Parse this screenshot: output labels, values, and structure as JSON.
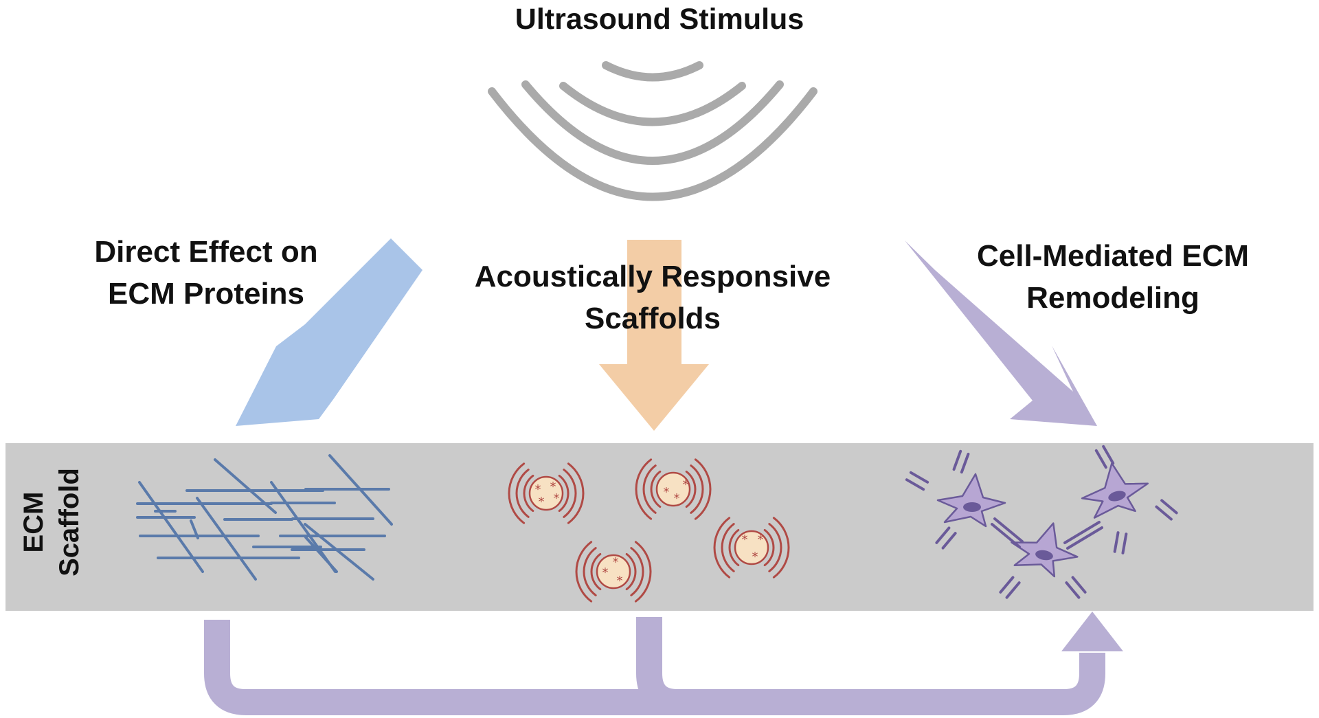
{
  "title": "Ultrasound Stimulus",
  "pathways": {
    "direct": {
      "line1": "Direct Effect on",
      "line2": "ECM Proteins",
      "color": "#a9c4e8"
    },
    "acoustic": {
      "line1": "Acoustically Responsive",
      "line2": "Scaffolds",
      "color": "#f3cda6"
    },
    "cell": {
      "line1": "Cell-Mediated ECM",
      "line2": "Remodeling",
      "color": "#b8afd4"
    }
  },
  "scaffold": {
    "line1": "ECM",
    "line2": "Scaffold",
    "color": "#cbcbcb"
  },
  "colors": {
    "wave": "#aaaaaa",
    "fiber": "#5a7aaa",
    "particle_fill": "#f7e1c3",
    "particle_stroke": "#b04a45",
    "cell_fill": "#b7a6d3",
    "cell_stroke": "#6a5a99",
    "feedback": "#b8afd4"
  },
  "icons": [
    "ultrasound-wave-icon",
    "collagen-fiber-network-icon",
    "acoustic-particle-icon",
    "cell-icon",
    "integrin-receptor-icon"
  ]
}
